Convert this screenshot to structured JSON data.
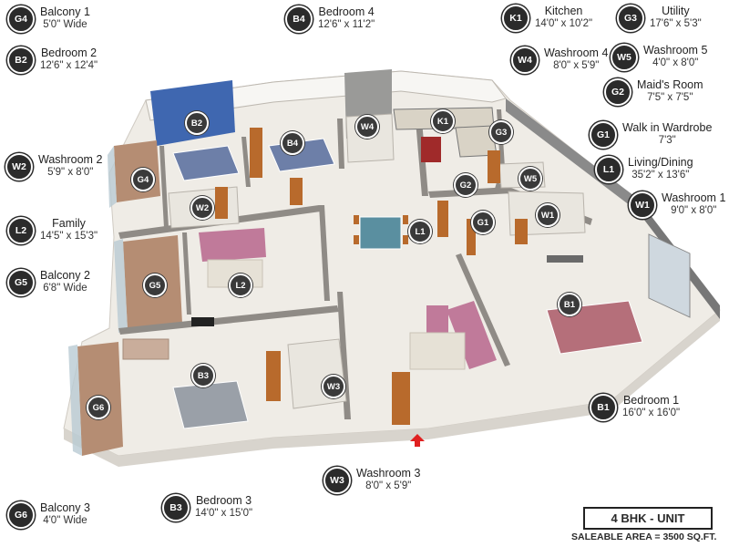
{
  "legend": [
    {
      "code": "G4",
      "name": "Balcony 1",
      "dim": "5'0\" Wide"
    },
    {
      "code": "B2",
      "name": "Bedroom 2",
      "dim": "12'6\" x 12'4\""
    },
    {
      "code": "B4",
      "name": "Bedroom 4",
      "dim": "12'6\" x 11'2\""
    },
    {
      "code": "K1",
      "name": "Kitchen",
      "dim": "14'0\" x 10'2\""
    },
    {
      "code": "G3",
      "name": "Utility",
      "dim": "17'6\" x 5'3\""
    },
    {
      "code": "W4",
      "name": "Washroom 4",
      "dim": "8'0\" x 5'9\""
    },
    {
      "code": "W5",
      "name": "Washroom 5",
      "dim": "4'0\" x 8'0\""
    },
    {
      "code": "G2",
      "name": "Maid's Room",
      "dim": "7'5\" x 7'5\""
    },
    {
      "code": "G1",
      "name": "Walk in Wardrobe",
      "dim": "7'3\""
    },
    {
      "code": "L1",
      "name": "Living/Dining",
      "dim": "35'2\" x 13'6\""
    },
    {
      "code": "W1",
      "name": "Washroom 1",
      "dim": "9'0\" x 8'0\""
    },
    {
      "code": "W2",
      "name": "Washroom 2",
      "dim": "5'9\" x 8'0\""
    },
    {
      "code": "L2",
      "name": "Family",
      "dim": "14'5\" x 15'3\""
    },
    {
      "code": "G5",
      "name": "Balcony 2",
      "dim": "6'8\" Wide"
    },
    {
      "code": "B1",
      "name": "Bedroom 1",
      "dim": "16'0\" x 16'0\""
    },
    {
      "code": "W3",
      "name": "Washroom 3",
      "dim": "8'0\" x 5'9\""
    },
    {
      "code": "B3",
      "name": "Bedroom 3",
      "dim": "14'0\" x 15'0\""
    },
    {
      "code": "G6",
      "name": "Balcony 3",
      "dim": "4'0\" Wide"
    }
  ],
  "plan_tags": [
    "B2",
    "B4",
    "W4",
    "K1",
    "G3",
    "G4",
    "W2",
    "G2",
    "W5",
    "L1",
    "G1",
    "W1",
    "L2",
    "G5",
    "B1",
    "B3",
    "W3",
    "G6"
  ],
  "unit_type": "4 BHK - UNIT",
  "saleable_area": "SALEABLE AREA = 3500 SQ.FT.",
  "colors": {
    "floor": "#f1efea",
    "wall": "#ffffff",
    "wall_shade": "#8a8a8a",
    "accent_wall": "#3f67b0",
    "balcony_floor": "#b58d73",
    "wood": "#b86a2c",
    "sofa": "#c07a9a",
    "badge": "#2b2b2b",
    "entry_arrow": "#e02020"
  }
}
